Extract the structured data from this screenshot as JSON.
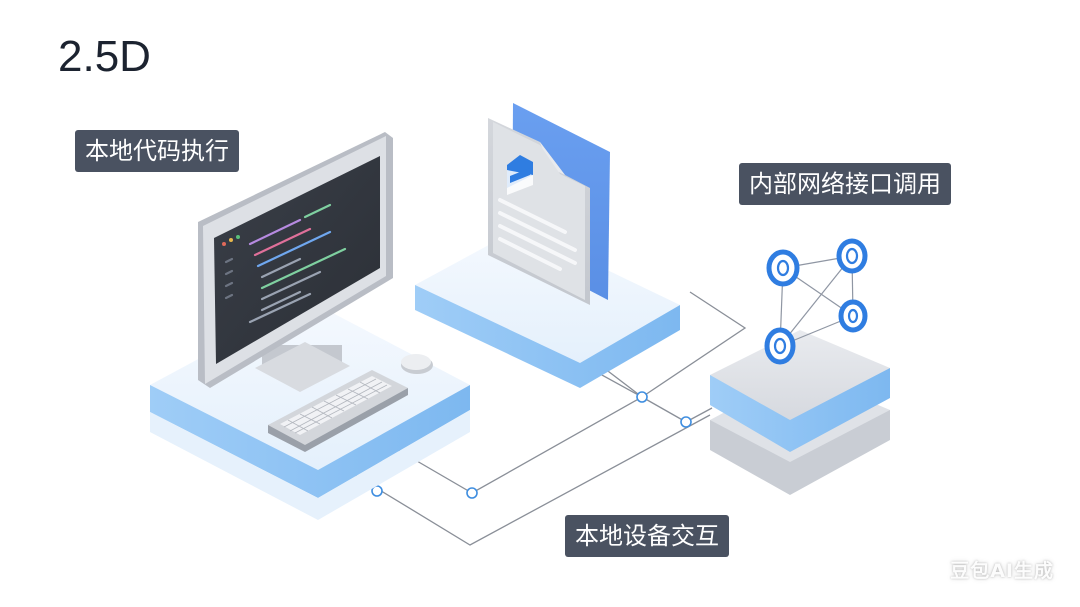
{
  "title": "2.5D",
  "labels": {
    "local_code": "本地代码执行",
    "internal_api": "内部网络接口调用",
    "local_device": "本地设备交互"
  },
  "watermark": "豆包AI生成",
  "colors": {
    "tag_bg": "#4a5261",
    "accent_blue": "#2f7de1",
    "platform_blue": "#8fc3f5",
    "platform_top": "#eef5fd",
    "line_gray": "#8a8f98"
  },
  "icons": [
    "desktop-monitor-icon",
    "keyboard-icon",
    "mouse-icon",
    "document-icon",
    "network-graph-icon"
  ]
}
